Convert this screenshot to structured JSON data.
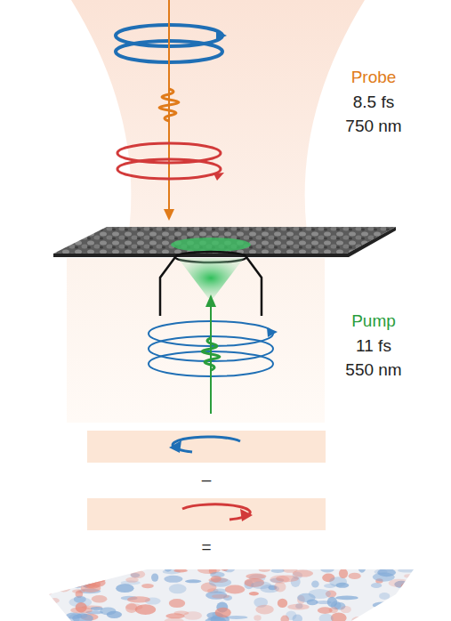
{
  "diagram": {
    "labels": [
      "Probe",
      "8.5 fs",
      "750 nm",
      "Pump",
      "11 fs",
      "550 nm",
      "–",
      "="
    ]
  }
}
